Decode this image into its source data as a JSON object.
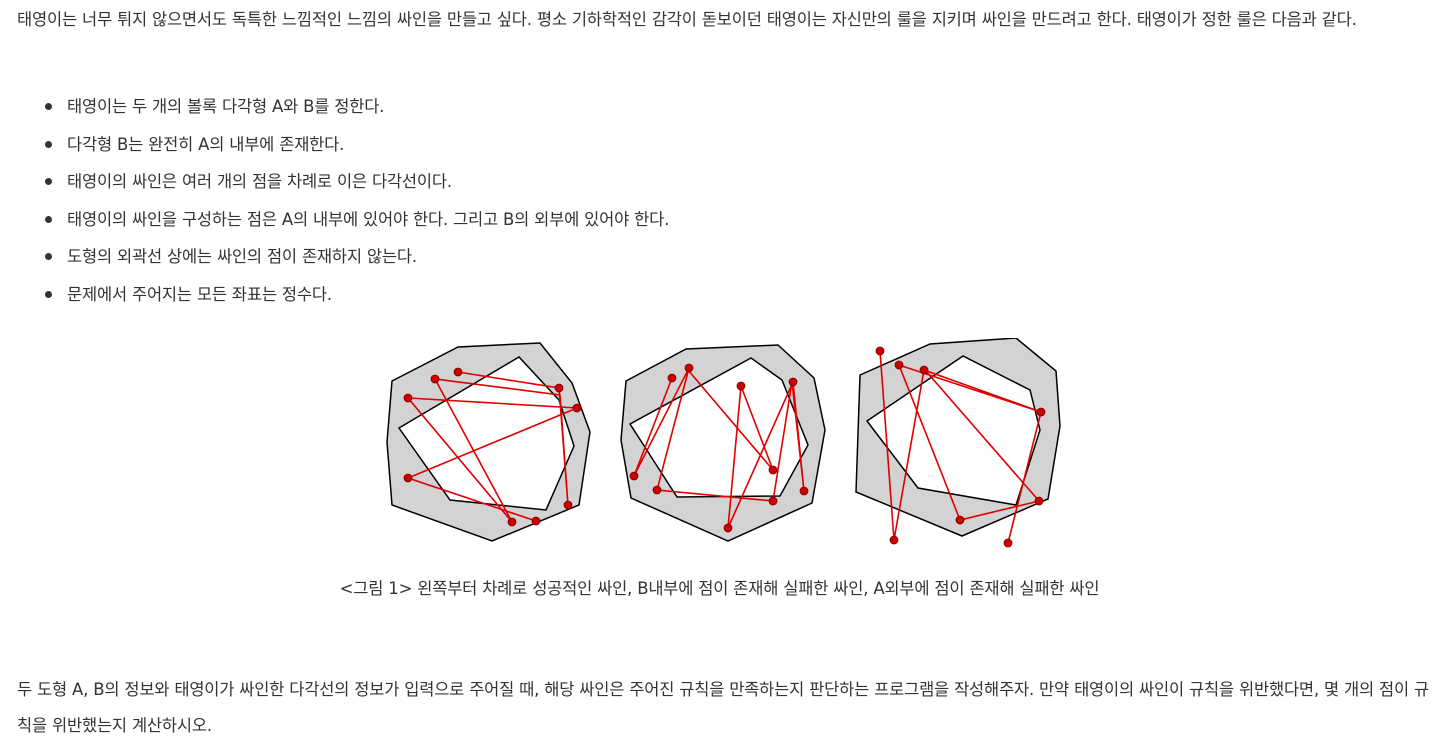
{
  "intro": "태영이는 너무 튀지 않으면서도 독특한 느낌적인 느낌의 싸인을 만들고 싶다. 평소 기하학적인 감각이 돋보이던 태영이는 자신만의 룰을 지키며 싸인을 만드려고 한다. 태영이가 정한 룰은 다음과 같다.",
  "rules": [
    "태영이는 두 개의 볼록 다각형 A와 B를 정한다.",
    "다각형 B는 완전히 A의 내부에 존재한다.",
    "태영이의 싸인은 여러 개의 점을 차례로 이은 다각선이다.",
    "태영이의 싸인을 구성하는 점은 A의 내부에 있어야 한다. 그리고 B의 외부에 있어야 한다.",
    "도형의 외곽선 상에는 싸인의 점이 존재하지 않는다.",
    "문제에서 주어지는 모든 좌표는 정수다."
  ],
  "caption": "<그림 1> 왼쪽부터 차례로 성공적인 싸인, B내부에 점이 존재해 실패한 싸인, A외부에 점이 존재해 실패한 싸인",
  "outro": "두 도형 A, B의 정보와 태영이가 싸인한 다각선의 정보가 입력으로 주어질 때, 해당 싸인은 주어진 규칙을 만족하는지 판단하는 프로그램을 작성해주자. 만약 태영이의 싸인이 규칙을 위반했다면, 몇 개의 점이 규칙을 위반했는지 계산하시오.",
  "colors": {
    "text": "#333333",
    "outer_fill": "#d3d3d3",
    "inner_fill": "#ffffff",
    "stroke": "#000000",
    "signature": "#e00000",
    "point": "#cc0000"
  }
}
